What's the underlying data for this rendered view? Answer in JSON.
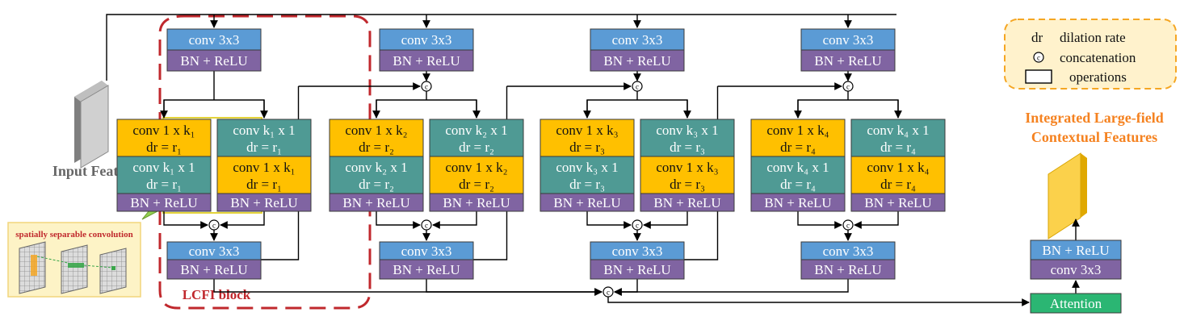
{
  "colors": {
    "conv_blue": "#5b9bd5",
    "bn_purple": "#8064a2",
    "yellow": "#ffc000",
    "teal": "#4f9a94",
    "attention_green": "#2bb673",
    "lcfi_red": "#c0282d",
    "title_orange": "#f58220",
    "legend_fill": "#fff2cc",
    "legend_border": "#f5a623"
  },
  "input": {
    "label": "Input Features"
  },
  "output": {
    "title_line1": "Integrated Large-field",
    "title_line2": "Contextual Features"
  },
  "inset": {
    "title": "spatially separable convolution"
  },
  "lcfi_label": "LCFI block",
  "concat_symbol": "c",
  "legend": {
    "dr_key": "dr",
    "dr_text": "dilation rate",
    "concat_text": "concatenation",
    "ops_text": "operations"
  },
  "head": {
    "bn": "BN + ReLU",
    "conv": "conv 3x3",
    "attention": "Attention"
  },
  "blocks": [
    {
      "top_conv": "conv 3x3",
      "top_bn": "BN + ReLU",
      "left": {
        "a": "conv 1 x k₁",
        "a_dr": "dr = r₁",
        "b": "conv k₁ x 1",
        "b_dr": "dr = r₁",
        "bn": "BN + ReLU"
      },
      "right": {
        "a": "conv k₁ x 1",
        "a_dr": "dr = r₁",
        "b": "conv 1 x k₁",
        "b_dr": "dr = r₁",
        "bn": "BN + ReLU"
      },
      "bottom_conv": "conv 3x3",
      "bottom_bn": "BN + ReLU"
    },
    {
      "top_conv": "conv 3x3",
      "top_bn": "BN + ReLU",
      "left": {
        "a": "conv 1 x k₂",
        "a_dr": "dr = r₂",
        "b": "conv k₂ x 1",
        "b_dr": "dr = r₂",
        "bn": "BN + ReLU"
      },
      "right": {
        "a": "conv k₂ x 1",
        "a_dr": "dr = r₂",
        "b": "conv 1 x k₂",
        "b_dr": "dr = r₂",
        "bn": "BN + ReLU"
      },
      "bottom_conv": "conv 3x3",
      "bottom_bn": "BN + ReLU"
    },
    {
      "top_conv": "conv 3x3",
      "top_bn": "BN + ReLU",
      "left": {
        "a": "conv 1 x k₃",
        "a_dr": "dr = r₃",
        "b": "conv k₃ x 1",
        "b_dr": "dr = r₃",
        "bn": "BN + ReLU"
      },
      "right": {
        "a": "conv k₃ x 1",
        "a_dr": "dr = r₃",
        "b": "conv 1 x k₃",
        "b_dr": "dr = r₃",
        "bn": "BN + ReLU"
      },
      "bottom_conv": "conv 3x3",
      "bottom_bn": "BN + ReLU"
    },
    {
      "top_conv": "conv 3x3",
      "top_bn": "BN + ReLU",
      "left": {
        "a": "conv 1 x k₄",
        "a_dr": "dr = r₄",
        "b": "conv k₄ x 1",
        "b_dr": "dr = r₄",
        "bn": "BN + ReLU"
      },
      "right": {
        "a": "conv k₄ x 1",
        "a_dr": "dr = r₄",
        "b": "conv 1 x k₄",
        "b_dr": "dr = r₄",
        "bn": "BN + ReLU"
      },
      "bottom_conv": "conv 3x3",
      "bottom_bn": "BN + ReLU"
    }
  ]
}
